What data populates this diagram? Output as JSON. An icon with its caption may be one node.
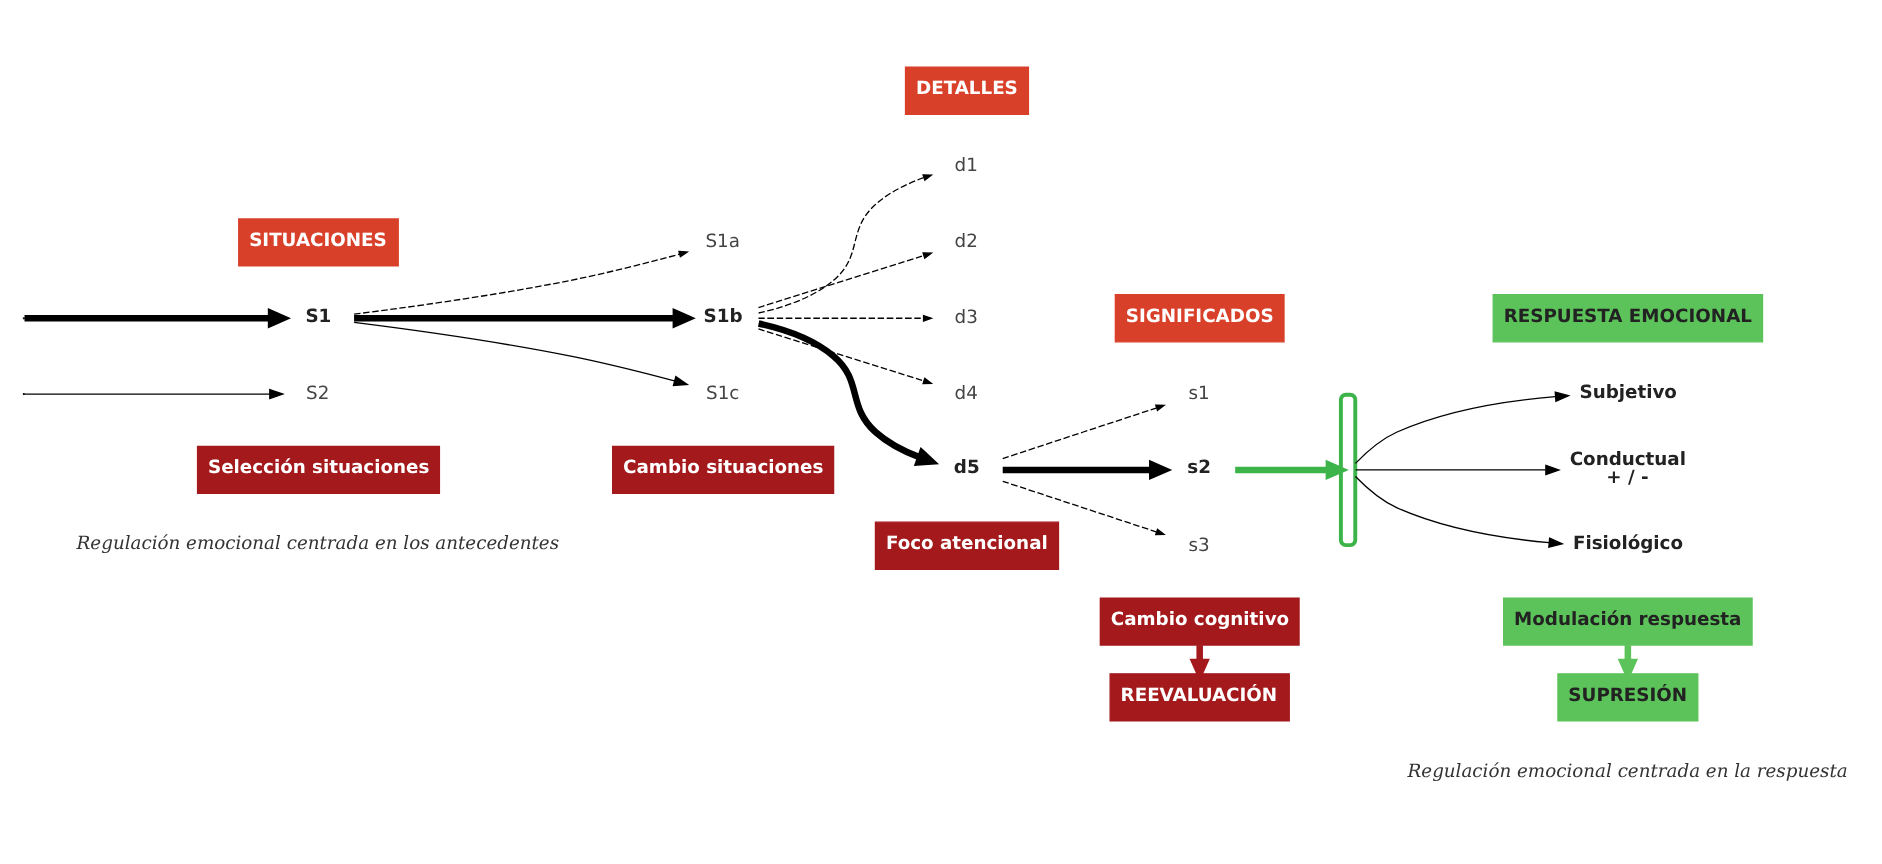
{
  "diagram": {
    "nodes": [
      {
        "text": [
          "SITUACIONES"
        ]
      },
      {
        "text": [
          "DETALLES"
        ]
      },
      {
        "text": [
          "SIGNIFICADOS"
        ]
      },
      {
        "text": [
          "RESPUESTA EMOCIONAL"
        ]
      },
      {
        "text": [
          "S1"
        ]
      },
      {
        "text": [
          "S2"
        ]
      },
      {
        "text": [
          "S1a"
        ]
      },
      {
        "text": [
          "S1b"
        ]
      },
      {
        "text": [
          "S1c"
        ]
      },
      {
        "text": [
          "d1"
        ]
      },
      {
        "text": [
          "d2"
        ]
      },
      {
        "text": [
          "d3"
        ]
      },
      {
        "text": [
          "d4"
        ]
      },
      {
        "text": [
          "d5"
        ]
      },
      {
        "text": [
          "s1"
        ]
      },
      {
        "text": [
          "s2"
        ]
      },
      {
        "text": [
          "s3"
        ]
      },
      {
        "text": [],
        "shape": "brace"
      },
      {
        "text": [
          "Subjetivo"
        ]
      },
      {
        "text": [
          "Conductual",
          "+ / -"
        ]
      },
      {
        "text": [
          "Fisiológico"
        ]
      },
      {
        "text": [
          "Selección situaciones"
        ]
      },
      {
        "text": [
          "Cambio situaciones"
        ]
      },
      {
        "text": [
          "Foco atencional"
        ]
      },
      {
        "text": [
          "Cambio cognitivo"
        ]
      },
      {
        "text": [
          "REEVALUACIÓN"
        ]
      },
      {
        "text": [
          "Modulación respuesta"
        ]
      },
      {
        "text": [
          "SUPRESIÓN"
        ]
      }
    ],
    "edges": [
      {
        "from": null,
        "to": 4,
        "arrow": "to",
        "style": "thick"
      },
      {
        "from": null,
        "to": 5,
        "arrow": "to"
      },
      {
        "from": 4,
        "to": 6,
        "arrow": "to",
        "style": "dashed"
      },
      {
        "from": 4,
        "to": 7,
        "arrow": "to",
        "style": "thick"
      },
      {
        "from": 4,
        "to": 8,
        "arrow": "to"
      },
      {
        "from": 7,
        "to": 9,
        "arrow": "to",
        "style": "dashed"
      },
      {
        "from": 7,
        "to": 10,
        "arrow": "to",
        "style": "dashed"
      },
      {
        "from": 7,
        "to": 11,
        "arrow": "to",
        "style": "dashed"
      },
      {
        "from": 7,
        "to": 12,
        "arrow": "to",
        "style": "dashed"
      },
      {
        "from": 7,
        "to": 13,
        "arrow": "to",
        "style": "thick"
      },
      {
        "from": 13,
        "to": 14,
        "arrow": "to",
        "style": "dashed"
      },
      {
        "from": 13,
        "to": 15,
        "arrow": "to",
        "style": "thick"
      },
      {
        "from": 13,
        "to": 16,
        "arrow": "to",
        "style": "dashed"
      },
      {
        "from": 15,
        "to": 17,
        "arrow": "to",
        "style": "thick",
        "color": "#3cb44a"
      },
      {
        "from": 17,
        "to": 18,
        "arrow": "to"
      },
      {
        "from": 17,
        "to": 19,
        "arrow": "to"
      },
      {
        "from": 17,
        "to": 20,
        "arrow": "to"
      },
      {
        "from": 24,
        "to": 25,
        "arrow": "to",
        "style": "thick",
        "color": "#a3191c"
      },
      {
        "from": 26,
        "to": 27,
        "arrow": "to",
        "style": "thick",
        "color": "#5cc35a"
      }
    ],
    "labels": [
      "Regulación emocional centrada en los antecedentes",
      "Regulación emocional centrada en la respuesta"
    ]
  }
}
